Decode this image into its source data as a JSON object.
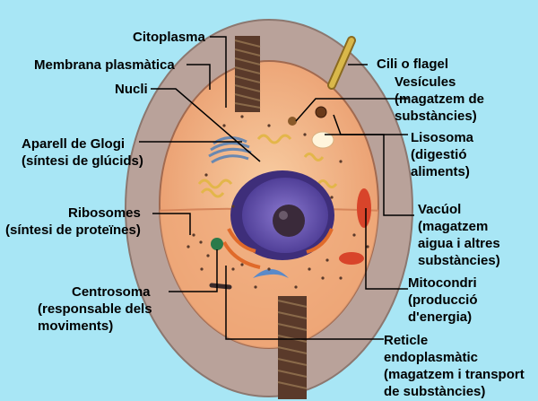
{
  "labels": {
    "citoplasma": "Citoplasma",
    "membrana": "Membrana plasmàtica",
    "nucli": "Nucli",
    "aparell": [
      "Aparell de Glogi",
      "(síntesi de glúcids)"
    ],
    "ribosomes": [
      "Ribosomes",
      "(síntesi de proteïnes)"
    ],
    "centrosoma": [
      "Centrosoma",
      "(responsable dels",
      "moviments)"
    ],
    "cili": "Cili o flagel",
    "vesicules": [
      "Vesícules",
      "(magatzem de",
      "substàncies)"
    ],
    "lisosoma": [
      "Lisosoma",
      "(digestió",
      "aliments)"
    ],
    "vacuol": [
      "Vacúol",
      "(magatzem",
      "aigua i altres",
      "substàncies)"
    ],
    "mitocondri": [
      "Mitocondri",
      "(producció",
      "d'energia)"
    ],
    "reticle": [
      "Reticle",
      "endoplasmàtic",
      "(magatzem i transport",
      "de substàncies)"
    ]
  },
  "colors": {
    "background": "#a8e6f5",
    "cell_wall": "#b9a29a",
    "cytoplasm": "#f3b88a",
    "nucleus": "#6a55b0",
    "nucleolus": "#3a2a3a",
    "golgi": "#e0ecf5",
    "mitochondrion": "#d8442a",
    "flagellum": "#c9a63a"
  }
}
